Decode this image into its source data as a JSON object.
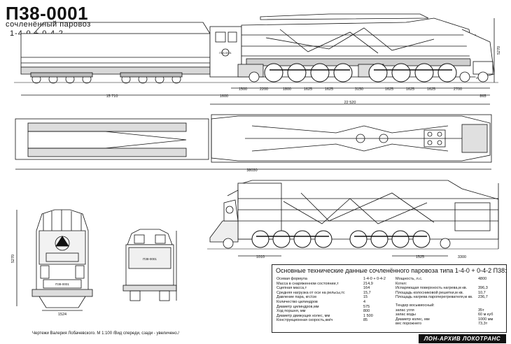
{
  "title": "П38-0001",
  "subtitle_line1": "сочленённый  паровоз",
  "subtitle_line2": "1-4-0 + 0-4-2",
  "side_view_top": {
    "dims": {
      "d1500": "1500",
      "d2200": "2200",
      "d1800": "1800",
      "d1625a": "1625",
      "d1625b": "1625",
      "d3150": "3150",
      "d1625c": "1625",
      "d1625d": "1625",
      "d1625e": "1625",
      "d2700": "2700",
      "d1600": "1600",
      "d865": "865",
      "d22520": "22 520",
      "d15710": "15 710",
      "d5270": "5270"
    },
    "plate": "П38-0001"
  },
  "plan_view": {
    "dim_overall": "38030"
  },
  "side_view_bottom": {
    "dim_1010": "1010",
    "dim_1525": "1525",
    "dim_3300": "3300"
  },
  "front_view": {
    "plate": "П38-0001",
    "height": "5270",
    "gauge": "1524"
  },
  "rear_view": {
    "plate": "П38-0001"
  },
  "specs": {
    "title": "Основные технические данные сочленённого паровоза типа 1-4-0 + 0-4-2 П38:",
    "left": [
      {
        "k": "Осевая формула",
        "v": "1-4-0 + 0-4-2"
      },
      {
        "k": "Масса в снаряженном состоянии,т",
        "v": "214,9"
      },
      {
        "k": "Сцепная масса,т",
        "v": "164"
      },
      {
        "k": "Средняя нагрузка от оси на рельсы,тс",
        "v": "15,7"
      },
      {
        "k": "Давление пара, кгс/см",
        "v": "15"
      },
      {
        "k": "Количество цилиндров",
        "v": "4"
      },
      {
        "k": "Диаметр цилиндров,мм",
        "v": "575"
      },
      {
        "k": "Ход поршня, мм",
        "v": "800"
      },
      {
        "k": "Диаметр движущих колес, мм",
        "v": "1 500"
      },
      {
        "k": "Конструкционная скорость,км/ч",
        "v": "85"
      }
    ],
    "right_top": [
      {
        "k": "Мощность, л.с.",
        "v": "4800"
      },
      {
        "k": "Котел:",
        "v": ""
      },
      {
        "k": "Испаряющая поверхность нагрева,м кв.",
        "v": "396,3"
      },
      {
        "k": "Площадь колосниковой решетки,м кв.",
        "v": "10,7"
      },
      {
        "k": "Площадь нагрева пароперегревателя,м кв.",
        "v": "236,7"
      }
    ],
    "right_bottom": [
      {
        "k": "Тендер восьмиосный:",
        "v": ""
      },
      {
        "k": "запас угля",
        "v": "35т"
      },
      {
        "k": "запас воды",
        "v": "60 м куб"
      },
      {
        "k": "Диаметр колес, мм",
        "v": "1000 мм"
      },
      {
        "k": "вес порожнего",
        "v": "73,3т"
      }
    ]
  },
  "credit": "Чертежи  Валерия Лобачевского.  М 1:100 /Вид спереди, сзади - увеличено./",
  "brand": "ЛОН-АРХИВ ЛОКОТРАНС"
}
